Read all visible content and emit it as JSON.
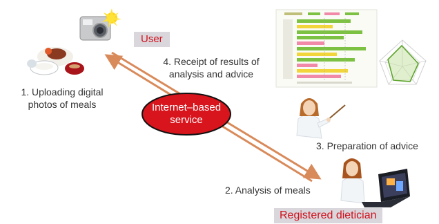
{
  "labels": {
    "user": "User",
    "dietician": "Registered dietician"
  },
  "steps": {
    "step1_line1": "1. Uploading digital",
    "step1_line2": "photos of meals",
    "step2": "2. Analysis of meals",
    "step3": "3. Preparation of advice",
    "step4_line1": "4. Receipt of results of",
    "step4_line2": "analysis and advice"
  },
  "center": {
    "line1": "Internet–based",
    "line2": "service"
  },
  "colors": {
    "arrow": "#d98a5a",
    "ellipse_fill": "#d8141c",
    "ellipse_stroke": "#111111",
    "label_red": "#d0101a",
    "label_bg": "#d9d6dc",
    "bar_green": "#7cc142",
    "bar_yellow": "#f2d53b",
    "bar_pink": "#f08aa8"
  },
  "icons": {
    "camera": "camera-icon",
    "meal": "meal-photos-icon",
    "report": "nutrition-report-chart-icon",
    "radar": "radar-chart-icon",
    "dietician_pointer": "dietician-with-pointer-icon",
    "dietician_laptop": "dietician-at-laptop-icon"
  }
}
